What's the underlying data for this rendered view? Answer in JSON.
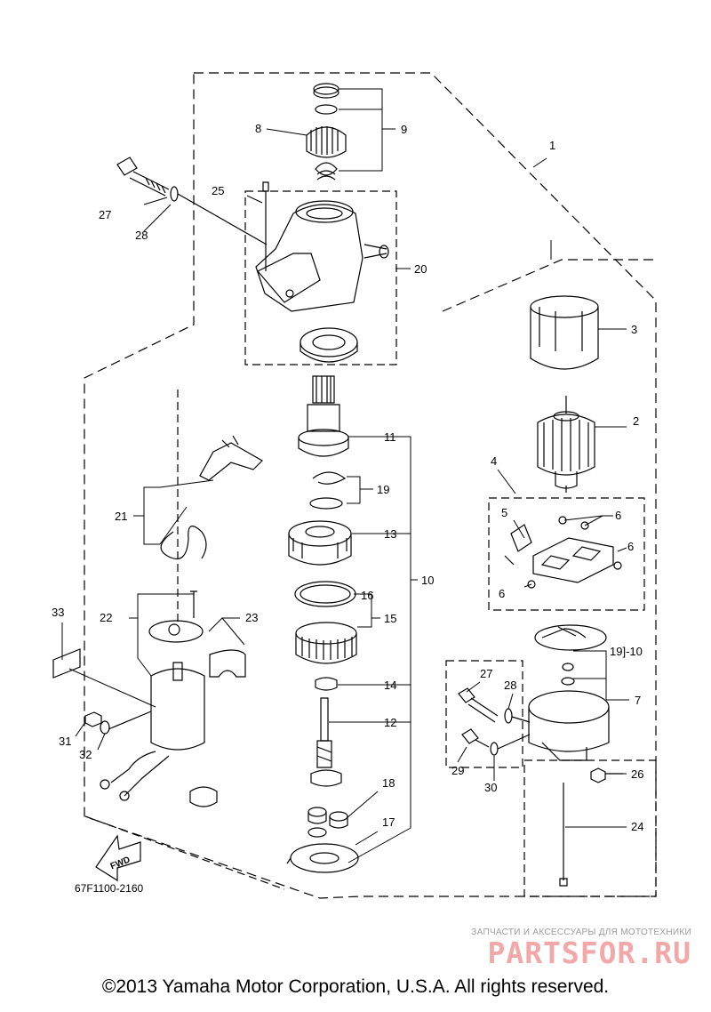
{
  "diagram_code": "67F1100-2160",
  "fwd_label": "FWD",
  "copyright": "©2013 Yamaha Motor Corporation, U.S.A. All rights reserved.",
  "watermark": {
    "subtitle": "ЗАПЧАСТИ И АКСЕССУАРЫ ДЛЯ МОТОТЕХНИКИ",
    "logo": "PARTSFOR.RU"
  },
  "callouts": {
    "c1": "1",
    "c2": "2",
    "c3": "3",
    "c4": "4",
    "c5": "5",
    "c6a": "6",
    "c6b": "6",
    "c6c": "6",
    "c7": "7",
    "c8": "8",
    "c9": "9",
    "c10a": "10",
    "c10b": "19]-10",
    "c11": "11",
    "c12": "12",
    "c13": "13",
    "c14": "14",
    "c15": "15",
    "c16": "16",
    "c17": "17",
    "c18": "18",
    "c19": "19",
    "c20": "20",
    "c21": "21",
    "c22": "22",
    "c23": "23",
    "c24": "24",
    "c25": "25",
    "c26": "26",
    "c27a": "27",
    "c27b": "27",
    "c28a": "28",
    "c28b": "28",
    "c29": "29",
    "c30": "30",
    "c31": "31",
    "c32": "32",
    "c33": "33"
  }
}
